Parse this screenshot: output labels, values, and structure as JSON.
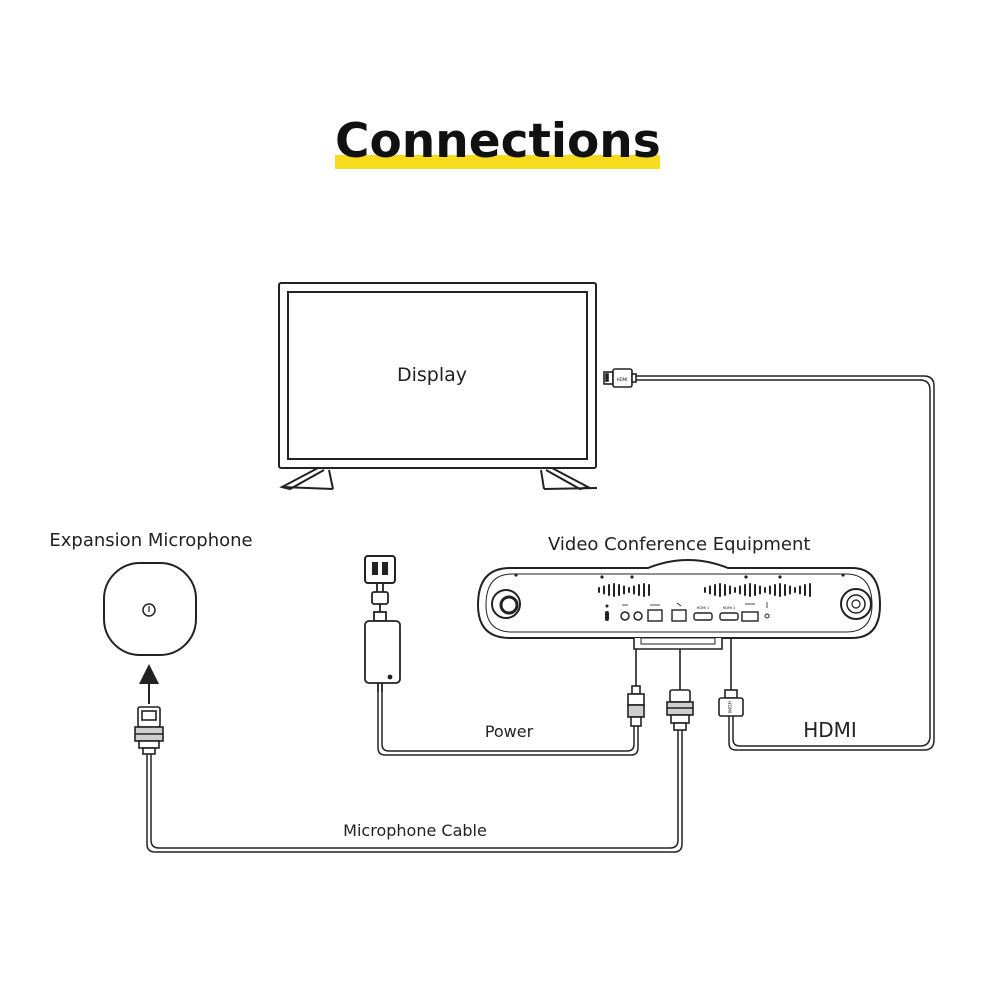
{
  "title": "Connections",
  "colors": {
    "accent": "#f7dc1e",
    "line": "#222222"
  },
  "labels": {
    "display": "Display",
    "expansion_microphone": "Expansion Microphone",
    "video_conference_equipment": "Video Conference Equipment",
    "power": "Power",
    "hdmi": "HDMI",
    "microphone_cable": "Microphone Cable"
  },
  "port_labels": {
    "hdmi1": "HDMI 1",
    "hdmi2": "HDMI 2",
    "hdmi_plug": "HDMI"
  },
  "icons": {
    "display": "tv-monitor-icon",
    "microphone": "expansion-microphone-icon",
    "outlet": "power-outlet-icon",
    "adapter": "power-adapter-icon",
    "device": "video-bar-icon",
    "rj45": "rj45-connector-icon",
    "dc": "dc-plug-icon",
    "hdmi": "hdmi-plug-icon"
  }
}
